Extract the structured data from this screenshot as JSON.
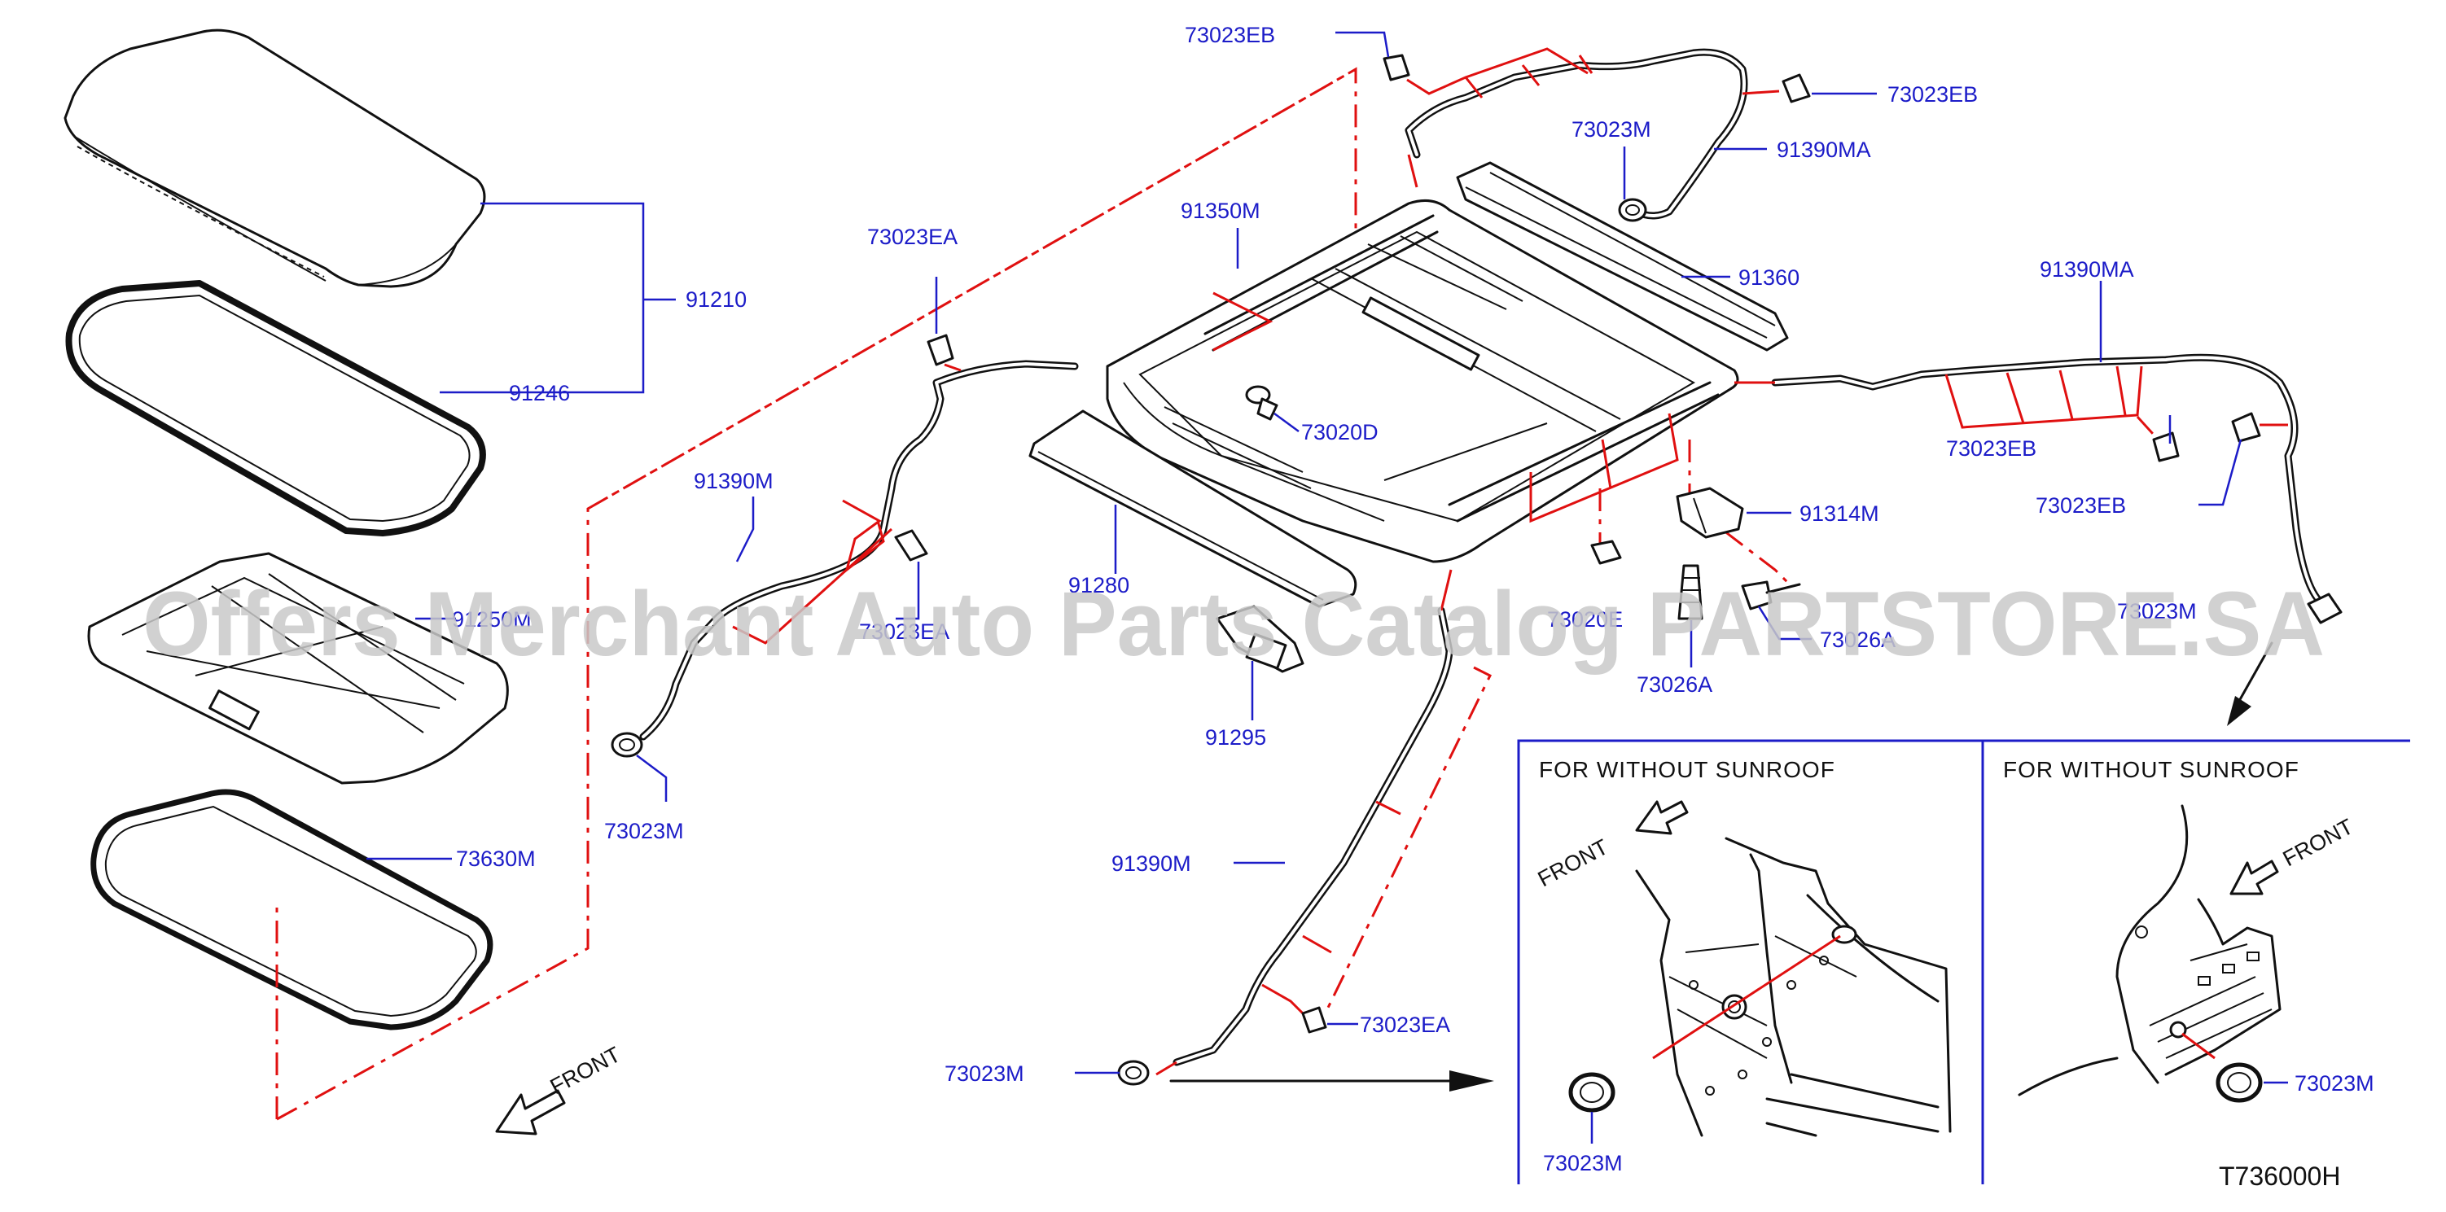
{
  "diagram_code": "T736000H",
  "watermark": "Offers Merchant Auto Parts Catalog PARTSTORE.SA",
  "front_label": "FRONT",
  "inset_left_title": "FOR   WITHOUT   SUNROOF",
  "inset_right_title": "FOR   WITHOUT   SUNROOF",
  "labels": {
    "p91210": "91210",
    "p91246": "91246",
    "p91250": "91250M",
    "p73630m": "73630M",
    "p73023m_a": "73023M",
    "p91390m_a": "91390M",
    "p73023ea_a": "73023EA",
    "p73023ea_b": "73023EA",
    "p73023ea_c": "73023EA",
    "p91280": "91280",
    "p91295": "91295",
    "p91390m_b": "91390M",
    "p73023m_b": "73023M",
    "p91350m": "91350M",
    "p73020d": "73020D",
    "p73023eb_a": "73023EB",
    "p73023eb_b": "73023EB",
    "p73023m_c": "73023M",
    "p91390ma_a": "91390MA",
    "p91360": "91360",
    "p91390ma_b": "91390MA",
    "p73023eb_c": "73023EB",
    "p73023eb_d": "73023EB",
    "p91314m": "91314M",
    "p73020e": "73020E",
    "p73026a_a": "73026A",
    "p73026a_b": "73026A",
    "p73023m_d": "73023M",
    "p73023m_e": "73023M",
    "p73023m_f": "73023M"
  }
}
